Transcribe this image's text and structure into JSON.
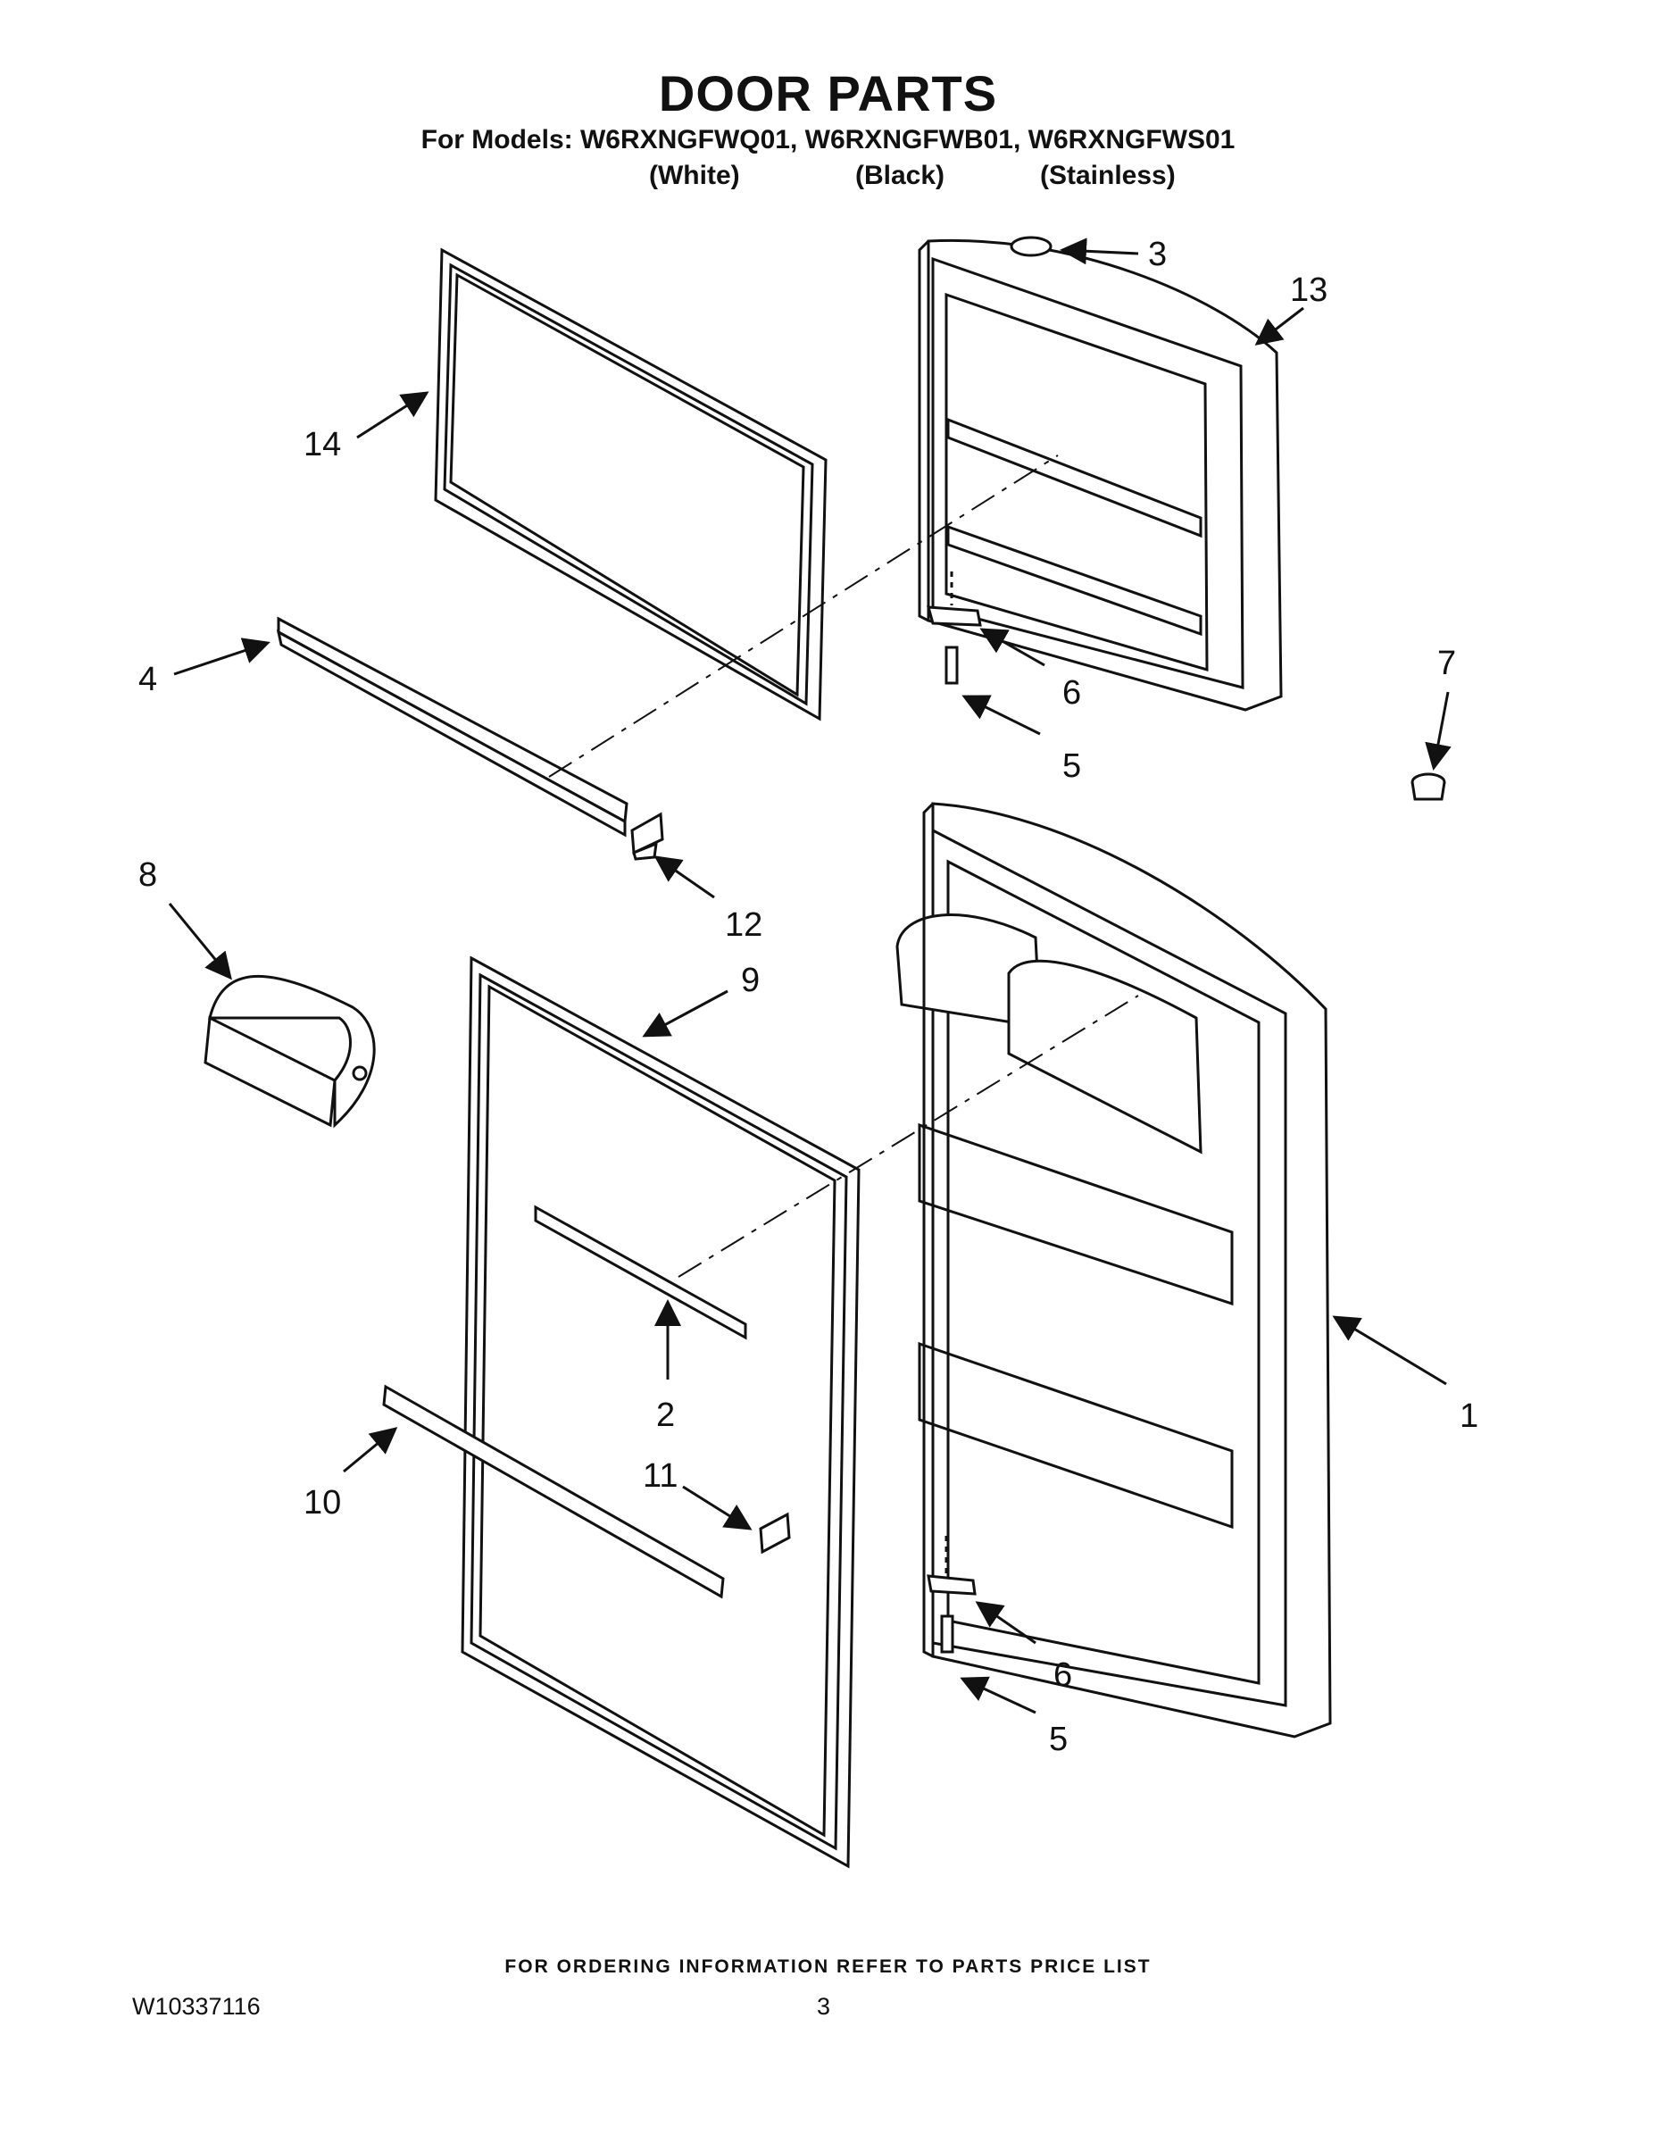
{
  "header": {
    "title": "DOOR PARTS",
    "models_line": "For Models: W6RXNGFWQ01, W6RXNGFWB01, W6RXNGFWS01",
    "color_variants": [
      "(White)",
      "(Black)",
      "(Stainless)"
    ]
  },
  "callouts": [
    {
      "number": "1",
      "part": "refrigerator-door"
    },
    {
      "number": "2",
      "part": "gasket-retainer-strip-center"
    },
    {
      "number": "3",
      "part": "freezer-door-plug"
    },
    {
      "number": "4",
      "part": "freezer-gasket-retainer-strip"
    },
    {
      "number": "5",
      "part": "hinge-screw-upper"
    },
    {
      "number": "6",
      "part": "door-stop-upper"
    },
    {
      "number": "5",
      "part": "hinge-screw-lower"
    },
    {
      "number": "6",
      "part": "door-stop-lower"
    },
    {
      "number": "7",
      "part": "hole-plug"
    },
    {
      "number": "8",
      "part": "dairy-door"
    },
    {
      "number": "9",
      "part": "refrigerator-gasket"
    },
    {
      "number": "10",
      "part": "gasket-retainer-strip-lower"
    },
    {
      "number": "11",
      "part": "retainer-clip-refrigerator"
    },
    {
      "number": "12",
      "part": "retainer-clip-freezer"
    },
    {
      "number": "13",
      "part": "freezer-door"
    },
    {
      "number": "14",
      "part": "freezer-gasket"
    }
  ],
  "footer": {
    "ordering_note": "FOR ORDERING INFORMATION REFER TO PARTS PRICE LIST",
    "document_number": "W10337116",
    "page_number": "3"
  },
  "colors": {
    "line": "#111111",
    "fill": "#ffffff"
  }
}
